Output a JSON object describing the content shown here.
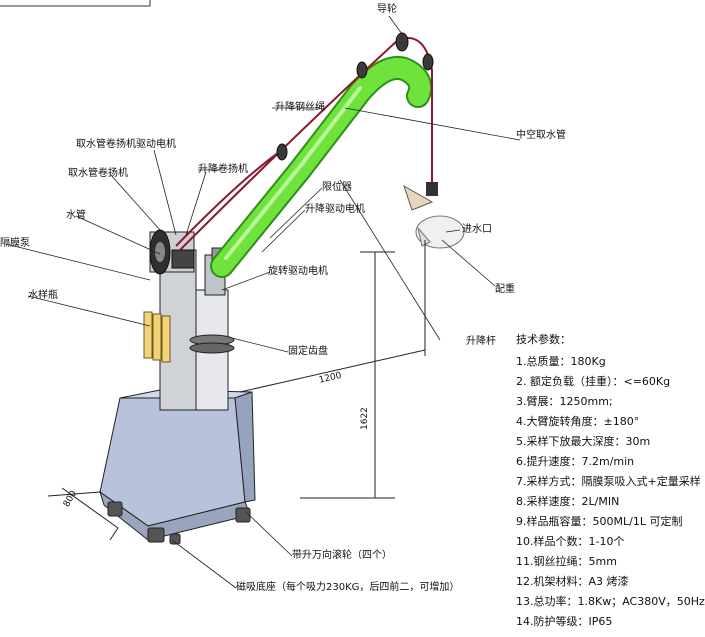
{
  "labels": {
    "guide_wheel": "导轮",
    "lift_wire": "升降钢丝绳",
    "hollow_pipe": "中空取水管",
    "hose_reel_motor": "取水管卷扬机驱动电机",
    "lift_winch": "升降卷扬机",
    "hose_reel": "取水管卷扬机",
    "limiter": "限位器",
    "lift_motor": "升降驱动电机",
    "water_pipe": "水管",
    "diaphragm_pump": "隔膜泵",
    "rotation_motor": "旋转驱动电机",
    "water_inlet": "进水口",
    "sample_bottle": "水样瓶",
    "counterweight": "配重",
    "fixed_gear": "固定齿盘",
    "lift_rod": "升降杆",
    "casters": "带升万向滚轮（四个）",
    "magnetic_base": "磁吸底座（每个吸力230KG，后四前二，可增加）"
  },
  "dimensions": {
    "arm": "1200",
    "height": "1622",
    "depth": "800"
  },
  "specs": {
    "title": "技术参数：",
    "items": [
      "1.总质量：180Kg",
      "2. 额定负载（挂重）：<=60Kg",
      "3.臂展：1250mm;",
      "4.大臂旋转角度：±180°",
      "5.采样下放最大深度：30m",
      "6.提升速度：7.2m/min",
      "7.采样方式：隔膜泵吸入式+定量采样",
      "8.采样速度：2L/MIN",
      "9.样品瓶容量：500ML/1L 可定制",
      "10.样品个数：1-10个",
      "11.钢丝拉绳：5mm",
      "12.机架材料：A3 烤漆",
      "13.总功率：1.8Kw；AC380V，50Hz",
      "14.防护等级：IP65"
    ]
  },
  "colors": {
    "arm": "#6fe23c",
    "arm_dark": "#2f8f1a",
    "base": "#b8c2da",
    "wire": "#8b1a2a",
    "metal": "#9aa0a8"
  }
}
